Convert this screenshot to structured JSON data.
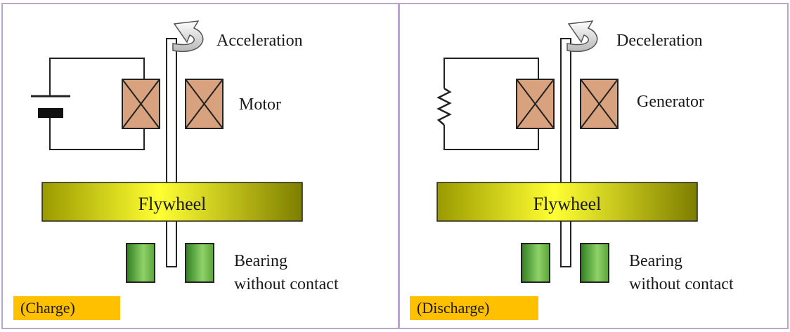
{
  "panels": [
    {
      "motion_label": "Acceleration",
      "machine_label": "Motor",
      "flywheel_label": "Flywheel",
      "bearing_label": "Bearing\nwithout contact",
      "mode_label": "(Charge)",
      "source": "battery"
    },
    {
      "motion_label": "Deceleration",
      "machine_label": "Generator",
      "flywheel_label": "Flywheel",
      "bearing_label": "Bearing\nwithout contact",
      "mode_label": "(Discharge)",
      "source": "resistor"
    }
  ],
  "colors": {
    "panel_border": "#b9a6cc",
    "coil": "#d9a27e",
    "flywheel_start": "#ffff33",
    "flywheel_end": "#8a8a00",
    "bearing_light": "#8fd26a",
    "bearing_dark": "#2f7f1f",
    "mode_tag": "#ffc000",
    "arrow": "#c8c8c8"
  }
}
